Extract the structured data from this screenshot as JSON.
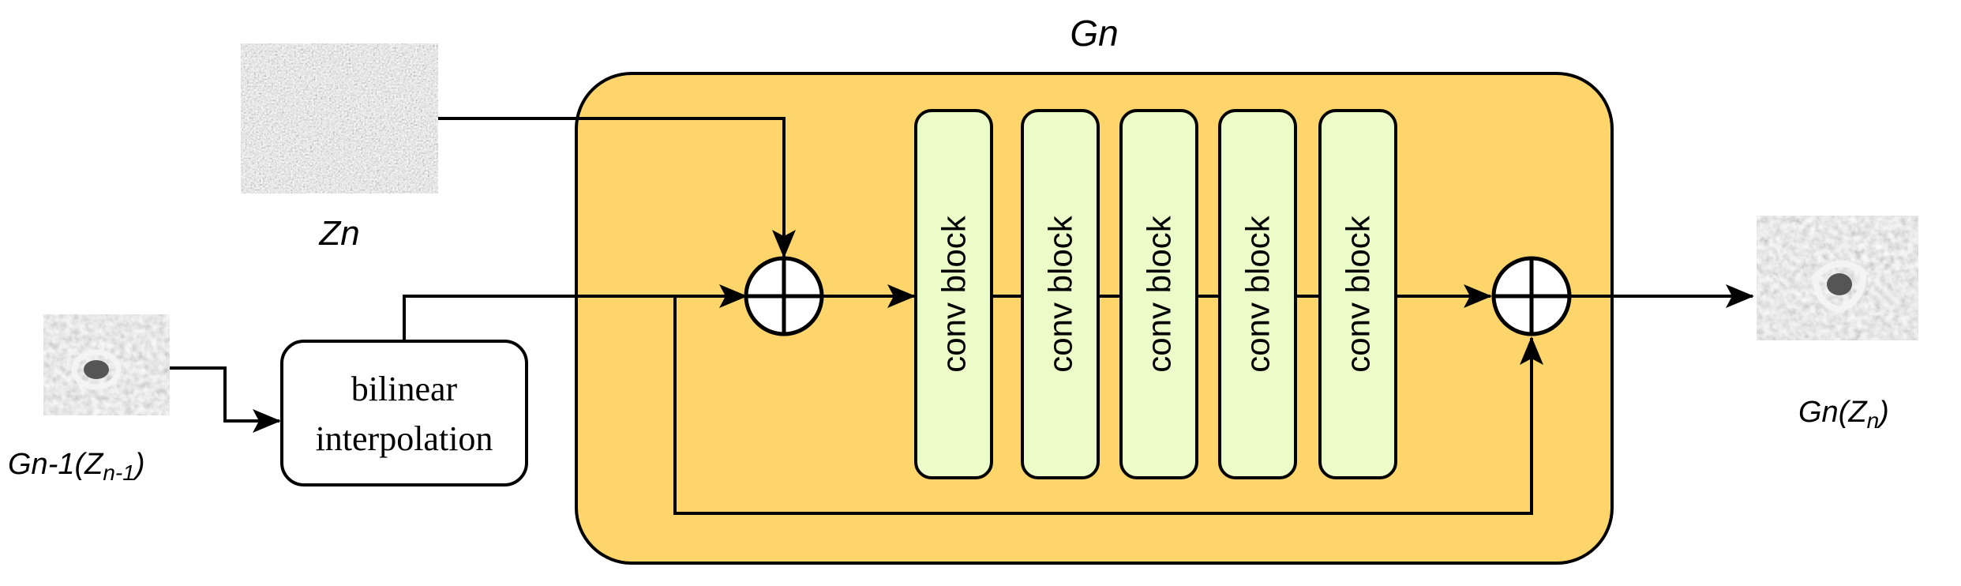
{
  "generator": {
    "title": "Gn",
    "fill_color": "#fdd56a",
    "blocks": [
      {
        "label": "conv block"
      },
      {
        "label": "conv block"
      },
      {
        "label": "conv block"
      },
      {
        "label": "conv block"
      },
      {
        "label": "conv block"
      }
    ],
    "block_fill_color": "#ebfcc8"
  },
  "noise": {
    "label": "Zn"
  },
  "previous_output": {
    "label_main": "Gn-1(Z",
    "label_sub": "n-1",
    "label_close": ")"
  },
  "interpolation": {
    "line1": "bilinear",
    "line2": "interpolation"
  },
  "output": {
    "label_main": "Gn(Z",
    "label_sub": "n",
    "label_close": ")"
  },
  "icons": [
    "noise-image-icon",
    "input-image-icon",
    "output-image-icon",
    "sum-node-icon"
  ]
}
